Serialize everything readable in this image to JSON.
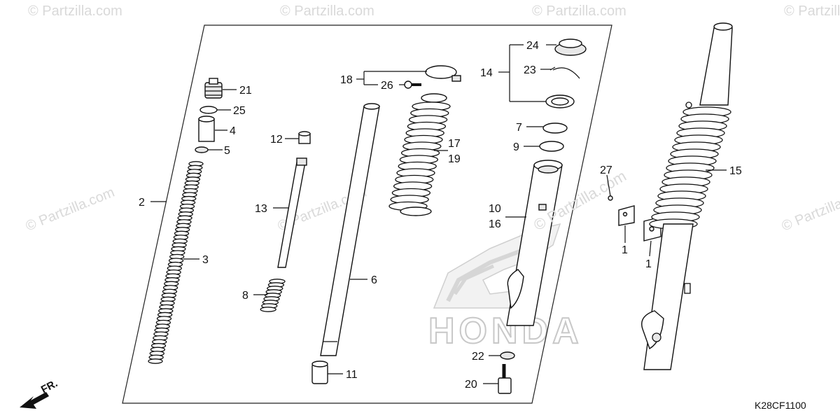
{
  "diagram": {
    "watermark": "© Partzilla.com",
    "brand_logo": "HONDA",
    "drawing_code": "K28CF1100",
    "direction_label": "FR.",
    "callouts": {
      "c1a": "1",
      "c1b": "1",
      "c2": "2",
      "c3": "3",
      "c4": "4",
      "c5": "5",
      "c6": "6",
      "c7": "7",
      "c8": "8",
      "c9": "9",
      "c10": "10",
      "c11": "11",
      "c12": "12",
      "c13": "13",
      "c14": "14",
      "c15": "15",
      "c16": "16",
      "c17": "17",
      "c18": "18",
      "c19": "19",
      "c20": "20",
      "c21": "21",
      "c22": "22",
      "c23": "23",
      "c24": "24",
      "c25": "25",
      "c26": "26",
      "c27": "27"
    }
  }
}
